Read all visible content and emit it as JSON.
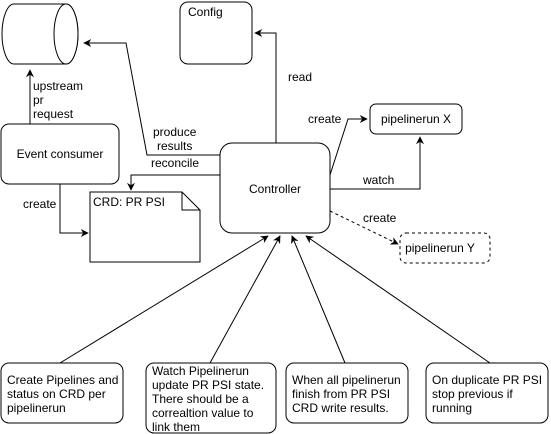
{
  "nodes": {
    "config": "Config",
    "event_consumer": "Event consumer",
    "controller": "Controller",
    "crd": "CRD: PR PSI",
    "pipelinerun_x": "pipelinerun X",
    "pipelinerun_y": "pipelinerun Y"
  },
  "edge_labels": {
    "upstream": [
      "upstream",
      "pr",
      "request"
    ],
    "produce": [
      "produce",
      "results"
    ],
    "reconcile": "reconcile",
    "read": "read",
    "create_x": "create",
    "watch": "watch",
    "create_y": "create",
    "create_crd": "create"
  },
  "notes": {
    "note1": [
      "Create Pipelines and",
      "status on CRD per",
      "pipelinerun"
    ],
    "note2": [
      "Watch Pipelinerun",
      "update PR PSI state.",
      "There should be a",
      "correaltion value to",
      "link them"
    ],
    "note3": [
      "When all pipelinerun",
      "finish from PR PSI",
      "CRD write results."
    ],
    "note4": [
      "On duplicate PR PSI",
      "stop previous if",
      "running"
    ]
  }
}
